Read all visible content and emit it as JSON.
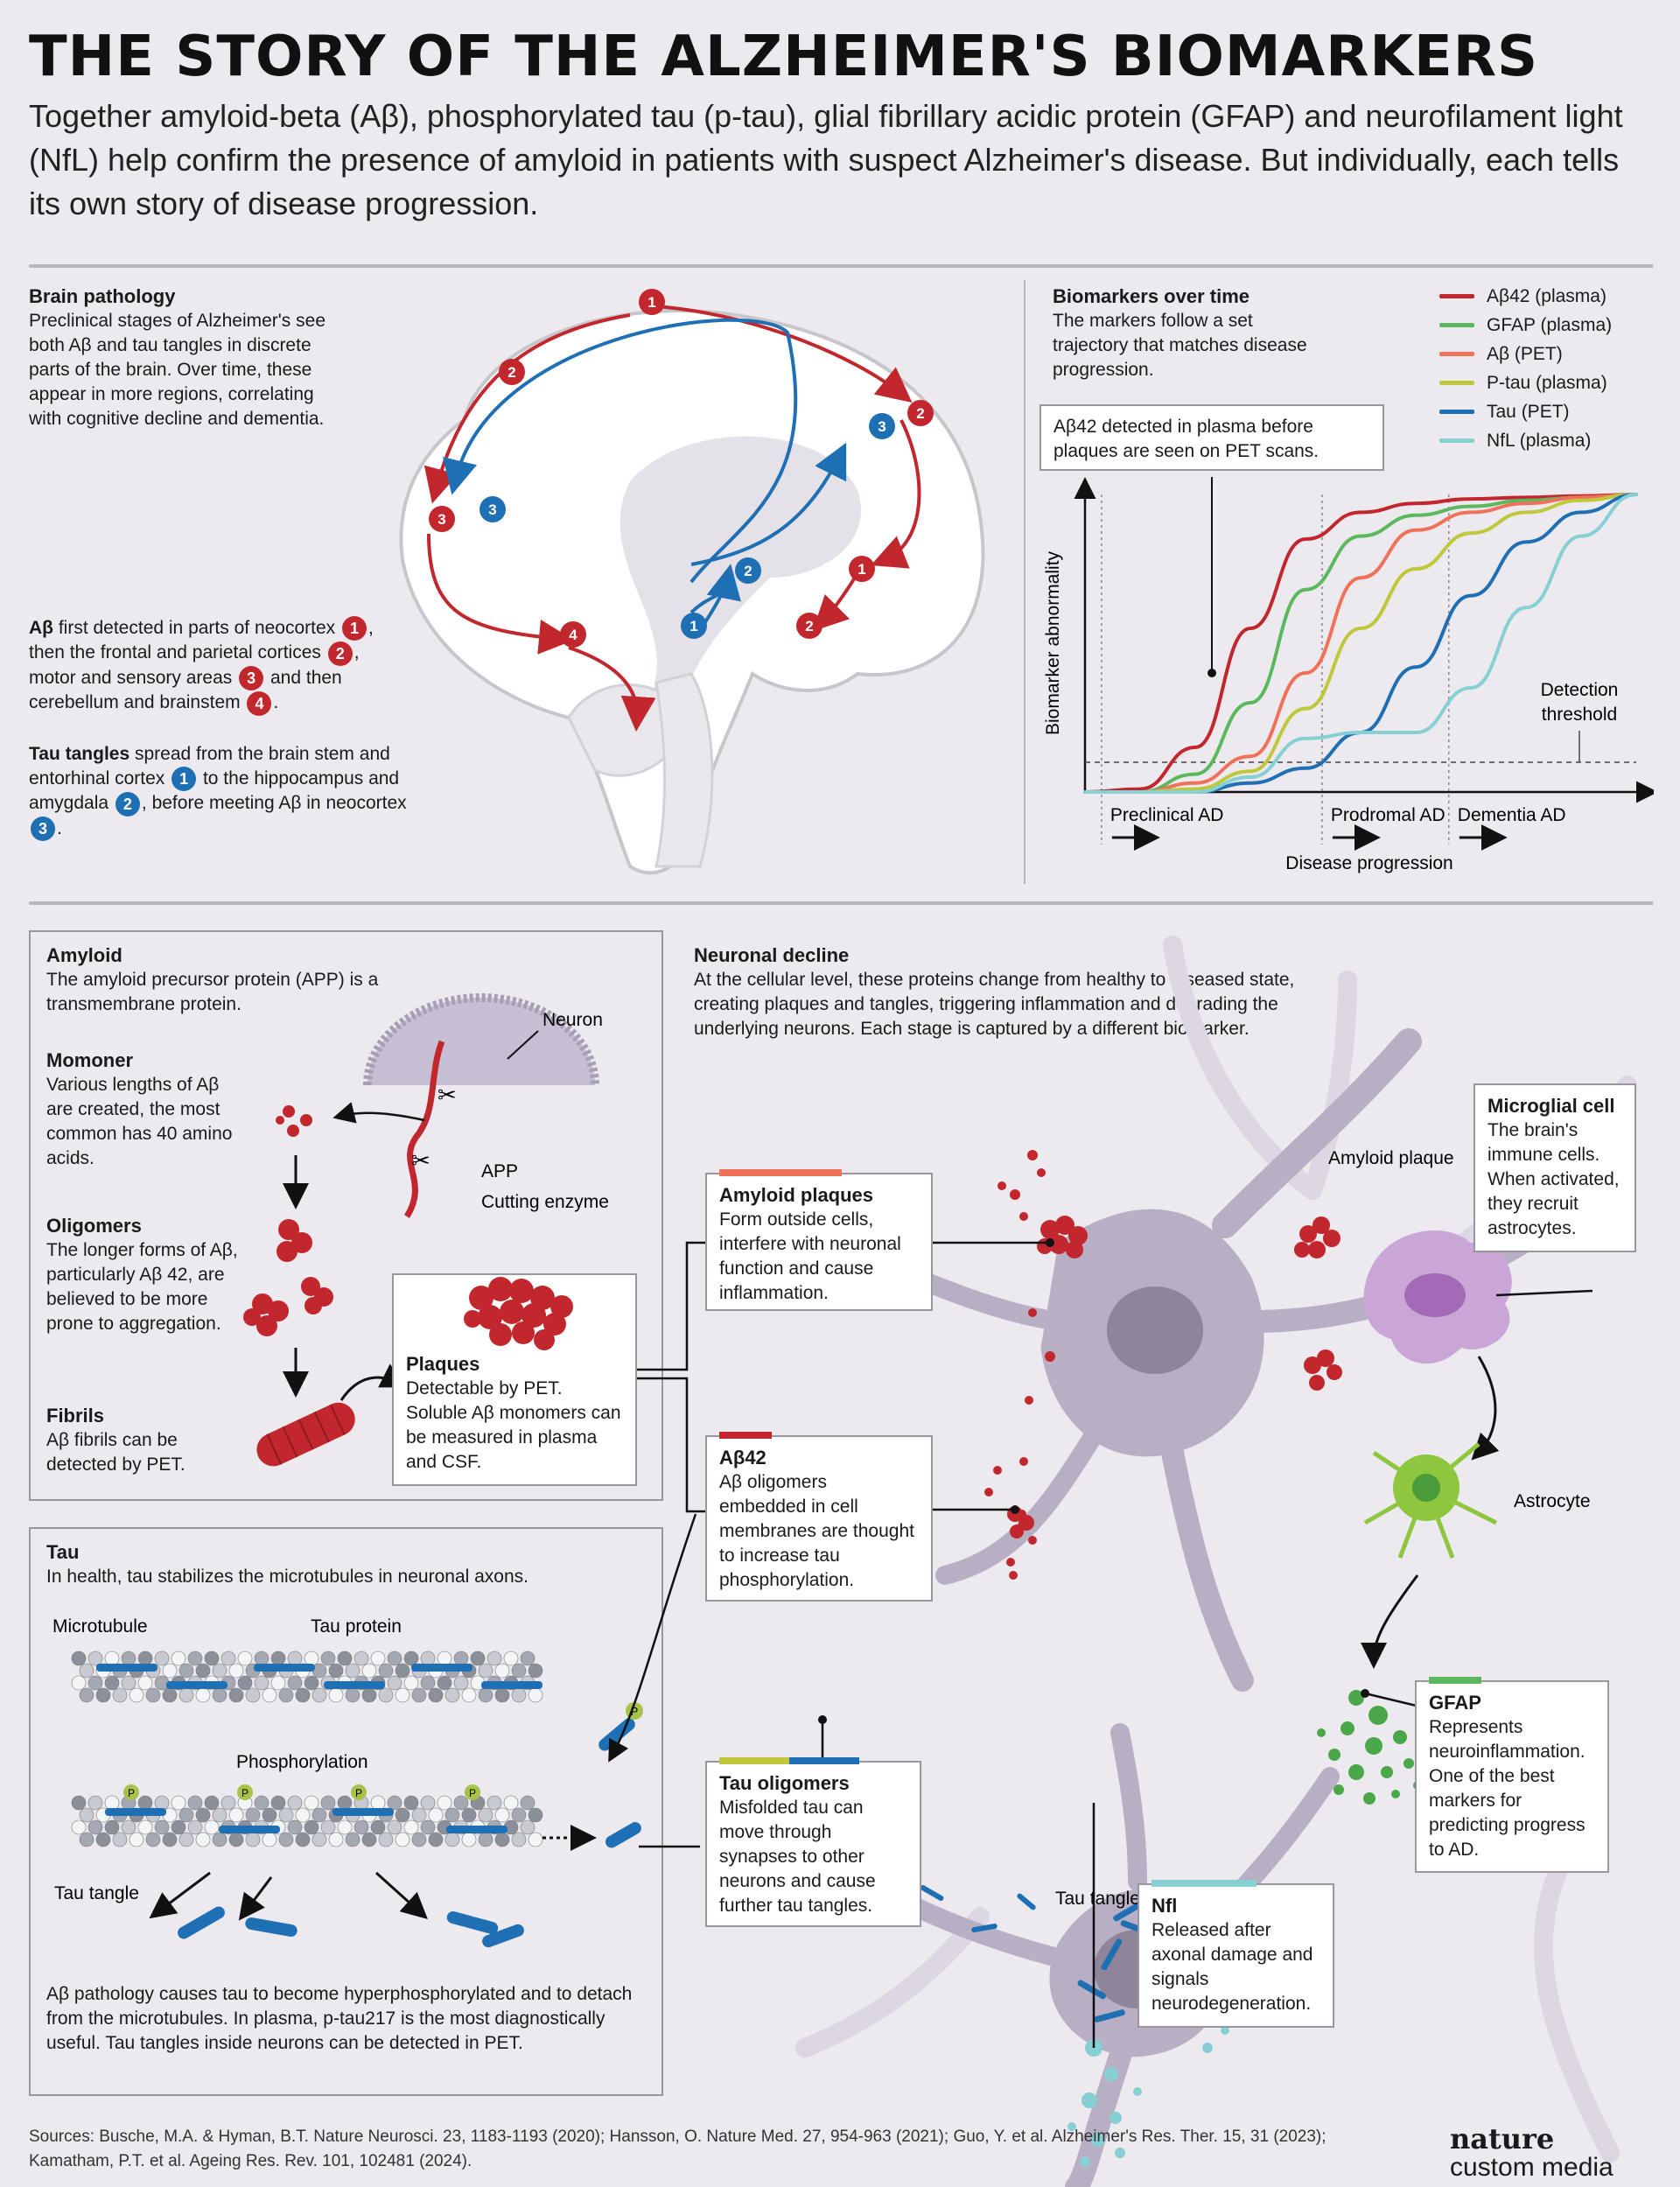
{
  "header": {
    "title": "THE STORY OF THE ALZHEIMER'S BIOMARKERS",
    "subtitle": "Together amyloid-beta (Aβ), phosphorylated tau (p-tau), glial fibrillary acidic protein (GFAP) and neurofilament light (NfL) help confirm the presence of amyloid in patients with suspect Alzheimer's disease. But individually, each tells its own story of disease progression."
  },
  "brain": {
    "title": "Brain pathology",
    "intro": "Preclinical stages of Alzheimer's see both Aβ and tau tangles in discrete parts of the brain. Over time, these appear in more regions, correlating with cognitive decline and dementia.",
    "ab_lead": "Aβ",
    "ab_parts": [
      "first detected in parts of neocortex",
      ", then the frontal and parietal cortices",
      ", motor and sensory areas",
      "and then cerebellum and brainstem",
      "."
    ],
    "tau_lead": "Tau tangles",
    "tau_parts": [
      "spread from the brain stem and entorhinal cortex",
      "to the hippocampus and amygdala",
      ", before meeting Aβ in neocortex",
      "."
    ],
    "badges": {
      "one": "1",
      "two": "2",
      "three": "3",
      "four": "4"
    }
  },
  "biomarkers": {
    "title": "Biomarkers over time",
    "intro": "The markers follow a set trajectory that matches disease progression.",
    "callout": "Aβ42 detected in plasma before plaques are seen on PET scans.",
    "legend": [
      {
        "label": "Aβ42 (plasma)",
        "color": "#c1272d"
      },
      {
        "label": "GFAP (plasma)",
        "color": "#5cb85c"
      },
      {
        "label": "Aβ (PET)",
        "color": "#f0715a"
      },
      {
        "label": "P-tau (plasma)",
        "color": "#bfc83a"
      },
      {
        "label": "Tau (PET)",
        "color": "#1f6fb5"
      },
      {
        "label": "NfL (plasma)",
        "color": "#86cfd3"
      }
    ],
    "ylabel": "Biomarker abnormality",
    "xlabel": "Disease progression",
    "threshold_label": "Detection threshold",
    "stages": [
      "Preclinical AD",
      "Prodromal AD",
      "Dementia AD"
    ]
  },
  "chart_data": {
    "type": "line",
    "xlabel": "Disease progression",
    "ylabel": "Biomarker abnormality",
    "x": [
      0,
      1,
      2,
      3,
      4,
      5,
      6,
      7,
      8,
      9,
      10
    ],
    "series": [
      {
        "name": "Aβ42 (plasma)",
        "color": "#c1272d",
        "values": [
          0.0,
          0.01,
          0.15,
          0.55,
          0.85,
          0.94,
          0.97,
          0.985,
          0.99,
          0.995,
          1.0
        ]
      },
      {
        "name": "GFAP (plasma)",
        "color": "#5cb85c",
        "values": [
          0.0,
          0.0,
          0.06,
          0.3,
          0.68,
          0.86,
          0.93,
          0.96,
          0.98,
          0.99,
          1.0
        ]
      },
      {
        "name": "Aβ (PET)",
        "color": "#f0715a",
        "values": [
          0.0,
          0.0,
          0.03,
          0.12,
          0.4,
          0.72,
          0.88,
          0.94,
          0.97,
          0.99,
          1.0
        ]
      },
      {
        "name": "P-tau (plasma)",
        "color": "#bfc83a",
        "values": [
          0.0,
          0.0,
          0.01,
          0.07,
          0.28,
          0.55,
          0.75,
          0.87,
          0.94,
          0.98,
          1.0
        ]
      },
      {
        "name": "Tau (PET)",
        "color": "#1f6fb5",
        "values": [
          0.0,
          0.0,
          0.0,
          0.03,
          0.08,
          0.2,
          0.42,
          0.66,
          0.84,
          0.94,
          1.0
        ]
      },
      {
        "name": "NfL (plasma)",
        "color": "#86cfd3",
        "values": [
          0.0,
          0.0,
          0.0,
          0.05,
          0.18,
          0.2,
          0.2,
          0.35,
          0.62,
          0.86,
          1.0
        ]
      }
    ],
    "threshold": 0.1,
    "ylim": [
      0,
      1
    ],
    "stages": [
      "Preclinical AD",
      "Prodromal AD",
      "Dementia AD"
    ],
    "grid": false
  },
  "amyloid": {
    "title": "Amyloid",
    "intro": "The amyloid precursor protein (APP) is a transmembrane protein.",
    "monomer_title": "Momoner",
    "monomer_text": "Various lengths of Aβ are created, the most common has 40 amino acids.",
    "oligomer_title": "Oligomers",
    "oligomer_text": "The longer forms of Aβ, particularly Aβ 42, are believed to be more prone to aggregation.",
    "fibril_title": "Fibrils",
    "fibril_text": "Aβ fibrils can be detected by PET.",
    "neuron_label": "Neuron",
    "app_label": "APP",
    "enzyme_label": "Cutting enzyme",
    "plaques_title": "Plaques",
    "plaques_text": "Detectable by PET. Soluble Aβ monomers can be measured in plasma and CSF."
  },
  "tau": {
    "title": "Tau",
    "intro": "In health, tau stabilizes the microtubules in neuronal axons.",
    "microtubule_label": "Microtubule",
    "protein_label": "Tau protein",
    "phospho_label": "Phosphorylation",
    "tangle_label": "Tau tangle",
    "p_letter": "P",
    "outro": "Aβ pathology causes tau to become hyperphosphorylated and to detach from the microtubules. In plasma, p-tau217 is the most diagnostically useful. Tau tangles inside neurons can be detected in PET."
  },
  "neuronal": {
    "title": "Neuronal decline",
    "intro": "At the cellular level, these proteins change from healthy to diseased state, creating plaques and tangles, triggering inflammation and degrading the underlying neurons. Each stage is captured by a different biomarker.",
    "amyloid_plaque_label": "Amyloid plaque",
    "astrocyte_label": "Astrocyte",
    "tau_tangle_label": "Tau tangle",
    "boxes": {
      "plaques": {
        "title": "Amyloid plaques",
        "text": "Form outside cells, interfere with neuronal function and cause inflammation."
      },
      "ab42": {
        "title": "Aβ42",
        "text": "Aβ oligomers embedded in cell membranes are thought to increase tau phosphorylation."
      },
      "tau_oligo": {
        "title": "Tau oligomers",
        "text": "Misfolded tau can move through synapses to other neurons and cause further tau tangles."
      },
      "nfl": {
        "title": "Nfl",
        "text": "Released after axonal damage and signals neurodegeneration."
      },
      "microglia": {
        "title": "Microglial cell",
        "text": "The brain's immune cells. When activated, they recruit astrocytes."
      },
      "gfap": {
        "title": "GFAP",
        "text": "Represents neuroinflammation. One of the best markers for predicting progress to AD."
      }
    }
  },
  "footer": {
    "sources": "Sources: Busche, M.A. & Hyman, B.T. Nature Neurosci. 23, 1183-1193 (2020); Hansson, O. Nature Med. 27, 954-963 (2021); Guo, Y. et al. Alzheimer's Res. Ther. 15, 31 (2023); Kamatham, P.T. et al. Ageing Res. Rev. 101, 102481 (2024).",
    "brand_top": "nature",
    "brand_bottom": "custom media"
  },
  "colors": {
    "red": "#c1272d",
    "blue": "#1f6fb5",
    "green": "#5cb85c",
    "teal": "#86cfd3",
    "purple": "#c9a6d6",
    "neuron": "#b9afc4"
  }
}
